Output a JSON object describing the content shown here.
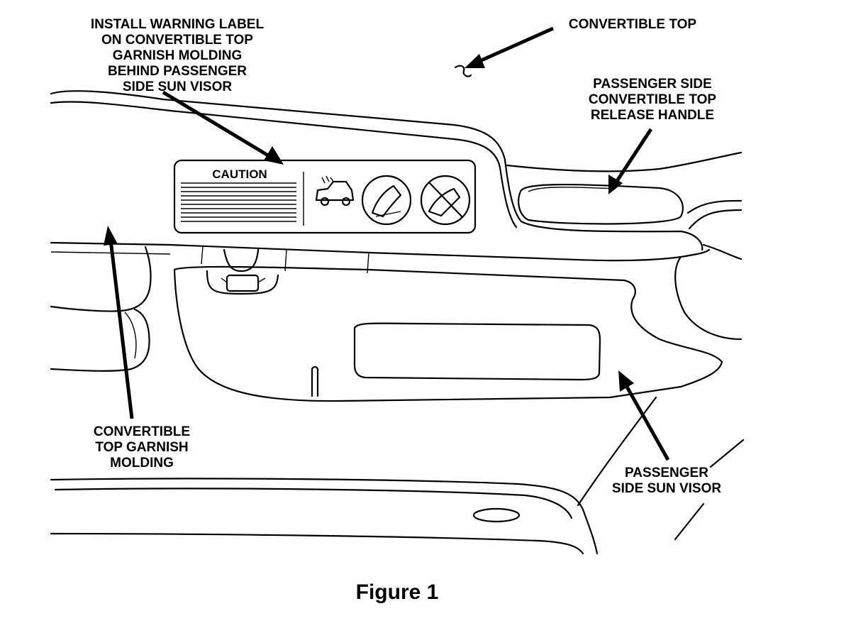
{
  "callouts": {
    "warning_label": [
      "INSTALL WARNING LABEL",
      "ON CONVERTIBLE TOP",
      "GARNISH MOLDING",
      "BEHIND PASSENGER",
      "SIDE SUN VISOR"
    ],
    "convertible_top": [
      "CONVERTIBLE TOP"
    ],
    "release_handle": [
      "PASSENGER SIDE",
      "CONVERTIBLE TOP",
      "RELEASE HANDLE"
    ],
    "garnish_molding": [
      "CONVERTIBLE",
      "TOP GARNISH",
      "MOLDING"
    ],
    "sun_visor": [
      "PASSENGER",
      "SIDE SUN VISOR"
    ]
  },
  "label_text": "CAUTION",
  "caption": "Figure 1",
  "colors": {
    "ink": "#000000",
    "paper": "#ffffff"
  }
}
